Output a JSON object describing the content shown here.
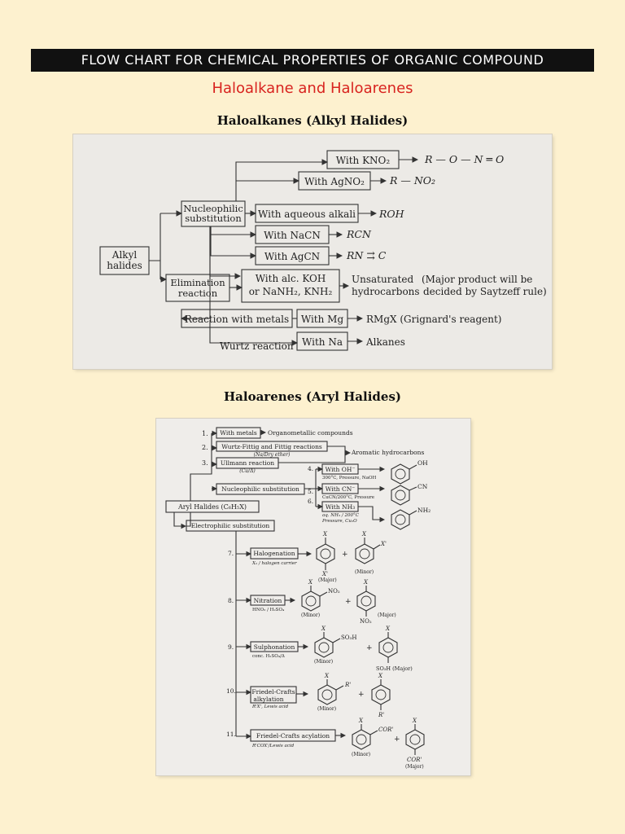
{
  "header": {
    "banner": "FLOW CHART FOR CHEMICAL PROPERTIES OF ORGANIC COMPOUND",
    "subtitle": "Haloalkane and Haloarenes",
    "haloalkanes_heading": "Haloalkanes (Alkyl Halides)",
    "haloarenes_heading": "Haloarenes (Aryl Halides)"
  },
  "alkyl_chart": {
    "root": [
      "Alkyl",
      "halides"
    ],
    "nucleophilic": [
      "Nucleophilic",
      "substitution"
    ],
    "elimination": [
      "Elimination",
      "reaction"
    ],
    "metals": "Reaction with metals",
    "wurtz": "Wurtz reaction",
    "kno2": "With  KNO₂",
    "kno2_product": "R — O — N ═ O",
    "agno2": "With  AgNO₂",
    "agno2_product": "R — NO₂",
    "alkali": "With aqueous alkali",
    "alkali_product": "ROH",
    "nacn": "With NaCN",
    "nacn_product": "RCN",
    "agcn": "With AgCN",
    "agcn_product": "RN ⇉ C",
    "koh": [
      "With alc. KOH",
      "or NaNH₂, KNH₂"
    ],
    "koh_product": [
      "Unsaturated",
      "hydrocarbons"
    ],
    "koh_note": [
      "(Major product will be",
      "decided by Saytzeff rule)"
    ],
    "mg": "With Mg",
    "mg_product": "RMgX (Grignard's reagent)",
    "na": "With Na",
    "na_product": "Alkanes"
  },
  "aryl_chart": {
    "root": "Aryl Halides (C₆H₅X)",
    "electrophilic": "Electrophilic substitution",
    "n1": "1.",
    "n2": "2.",
    "n3": "3.",
    "n4": "4.",
    "n5": "5.",
    "n6": "6.",
    "n7": "7.",
    "n8": "8.",
    "n9": "9.",
    "n10": "10.",
    "n11": "11.",
    "metals": "With metals",
    "metals_product": "Organometallic compounds",
    "wurtz_fittig": "Wurtz-Fittig and Fittig reactions",
    "wurtz_cond": "(Na/Dry ether)",
    "aromatic": "Aromatic hydrocarbons",
    "ullmann": "Ullmann reaction",
    "ullmann_cond": "(Cu/Δ)",
    "nucleophilic": "Nucleophilic substitution",
    "oh": "With OH⁻",
    "oh_cond": "300°C, Pressure, NaOH",
    "oh_group": "OH",
    "cn": "With CN⁻",
    "cn_cond": "CuCN/200°C, Pressure",
    "cn_group": "CN",
    "nh3": "With NH₃",
    "nh3_cond1": "aq. NH₃ / 200°C",
    "nh3_cond2": "Pressure, Cu₂O",
    "nh2_group": "NH₂",
    "halogenation": "Halogenation",
    "halogen_cond": "X₂ / halogen carrier",
    "nitration": "Nitration",
    "nitration_cond": "HNO₃ / H₂SO₄",
    "sulphonation": "Sulphonation",
    "sulph_cond": "conc. H₂SO₄/Δ",
    "fc_alkyl": [
      "Friedel-Crafts",
      "alkylation"
    ],
    "fc_alkyl_cond": "R'X', Lewis acid",
    "fc_acyl": "Friedel-Crafts acylation",
    "fc_acyl_cond": "R'COX'/Lewis acid",
    "x": "X",
    "x_prime": "X'",
    "no2": "NO₂",
    "so3h": "SO₃H",
    "so3h_major": "SO₃H (Major)",
    "r_prime": "R'",
    "cor": "COR'",
    "major": "(Major)",
    "minor": "(Minor)",
    "plus": "+"
  }
}
